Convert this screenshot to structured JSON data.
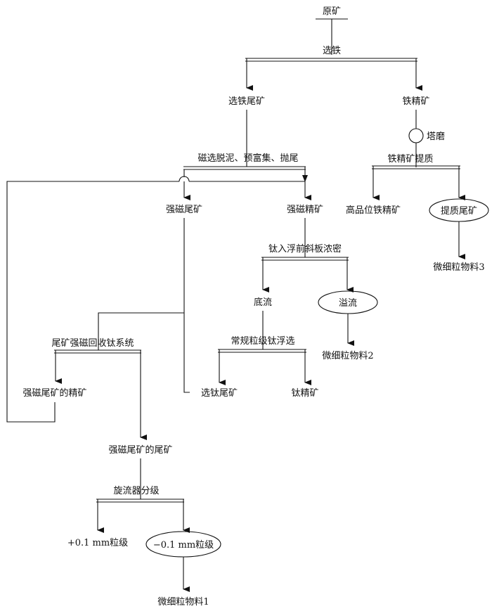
{
  "nodes": {
    "raw_ore": "原矿",
    "iron_sep": "选铁",
    "iron_tail": "选铁尾矿",
    "iron_conc": "铁精矿",
    "tower_mill": "塔磨",
    "iron_upgrade": "铁精矿提质",
    "high_grade_iron": "高品位铁精矿",
    "upgrade_tail": "提质尾矿",
    "fine_3": "微细粒物料3",
    "mag_desl": "磁选脱泥、预富集、抛尾",
    "strong_mag_tail": "强磁尾矿",
    "strong_mag_conc": "强磁精矿",
    "ti_thickener": "钛入浮前斜板浓密",
    "underflow": "底流",
    "overflow": "溢流",
    "fine_2": "微细粒物料2",
    "conv_ti_flot": "常规粒级钛浮选",
    "ti_tail": "选钛尾矿",
    "ti_conc": "钛精矿",
    "tail_ti_recovery": "尾矿强磁回收钛系统",
    "sm_tail_conc": "强磁尾矿的精矿",
    "sm_tail_tail": "强磁尾矿的尾矿",
    "cyclone": "旋流器分级",
    "coarse": "+0.1 mm粒级",
    "fine_fraction": "−0.1 mm粒级",
    "fine_1": "微细粒物料1"
  }
}
